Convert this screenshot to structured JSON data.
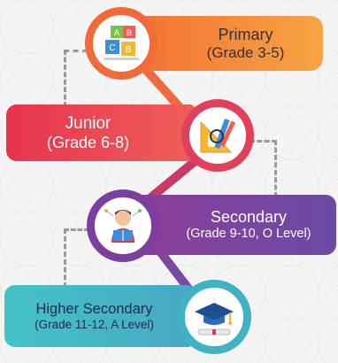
{
  "stages": [
    {
      "title": "Primary",
      "subtitle": "(Grade 3-5)",
      "icon": "abc-blocks-icon",
      "colors": [
        "#f37135",
        "#f7a42c"
      ]
    },
    {
      "title": "Junior",
      "subtitle": "(Grade 6-8)",
      "icon": "drawing-tools-icon",
      "colors": [
        "#e8334e",
        "#ef6b5f"
      ]
    },
    {
      "title": "Secondary",
      "subtitle": "(Grade 9-10, O Level)",
      "icon": "student-reading-icon",
      "colors": [
        "#8b3d9a",
        "#6d4aa3"
      ]
    },
    {
      "title": "Higher Secondary",
      "subtitle": "(Grade 11-12, A Level)",
      "icon": "graduation-cap-diploma-icon",
      "colors": [
        "#3cc0c8",
        "#46a6c4"
      ]
    }
  ],
  "block_letters": [
    "A",
    "B",
    "C",
    "B"
  ]
}
